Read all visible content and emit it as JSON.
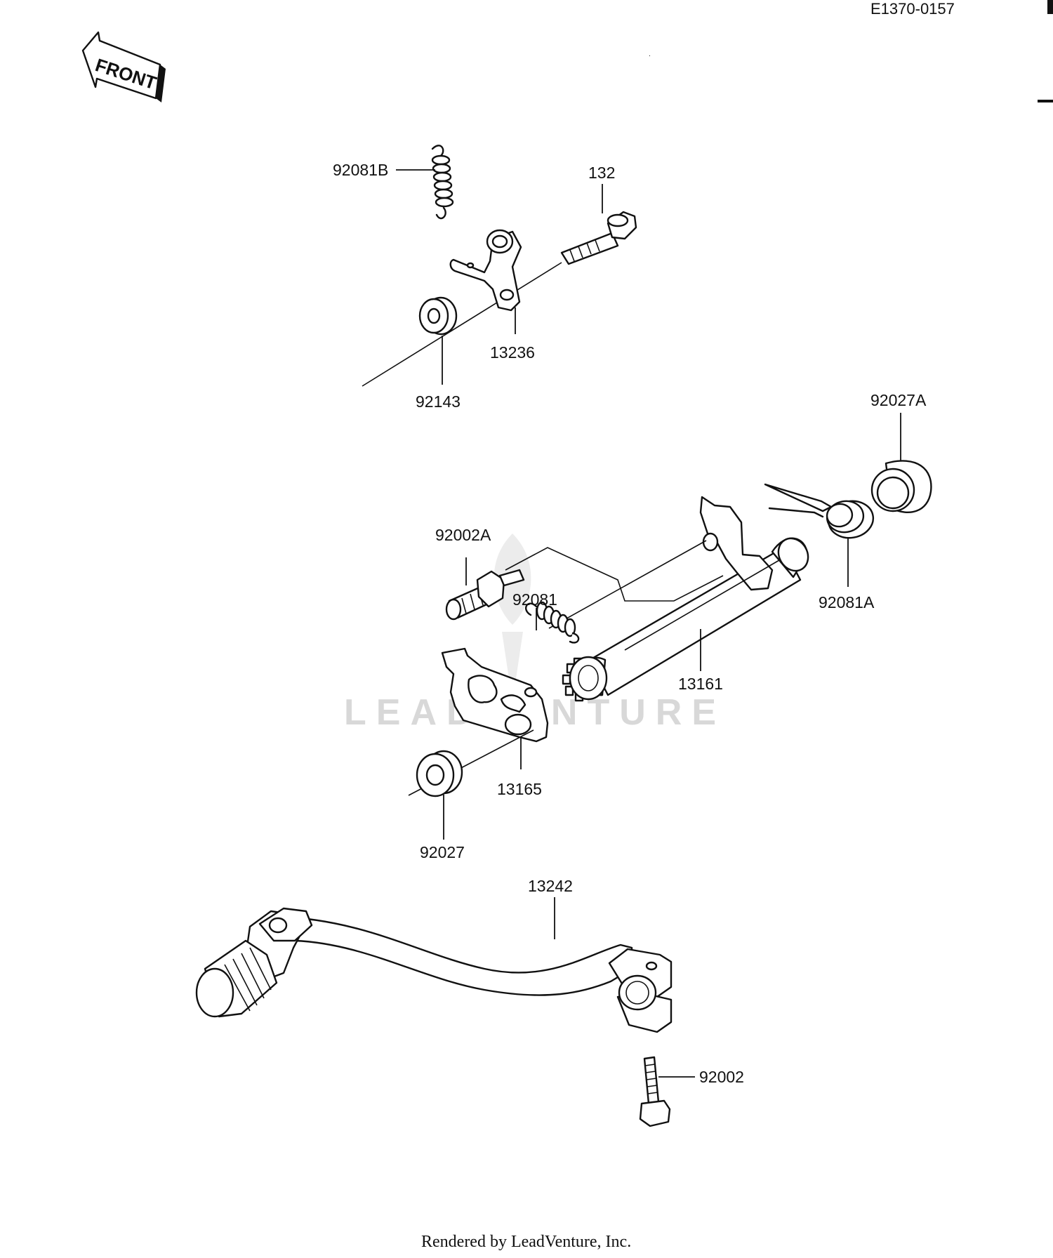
{
  "diagram": {
    "code": "E1370-0157",
    "front_label": "FRONT",
    "watermark": "LEADVENTURE",
    "footer": "Rendered by LeadVenture, Inc.",
    "parts": [
      {
        "id": "92081B",
        "name": "spring-92081B"
      },
      {
        "id": "132",
        "name": "bolt-132"
      },
      {
        "id": "13236",
        "name": "lever-13236"
      },
      {
        "id": "92143",
        "name": "collar-92143"
      },
      {
        "id": "92027A",
        "name": "bushing-92027A"
      },
      {
        "id": "92002A",
        "name": "pin-92002A"
      },
      {
        "id": "92081",
        "name": "spring-92081"
      },
      {
        "id": "92081A",
        "name": "spring-92081A"
      },
      {
        "id": "13161",
        "name": "shaft-13161"
      },
      {
        "id": "13165",
        "name": "plate-13165"
      },
      {
        "id": "92027",
        "name": "bushing-92027"
      },
      {
        "id": "13242",
        "name": "pedal-13242"
      },
      {
        "id": "92002",
        "name": "bolt-92002"
      }
    ]
  }
}
